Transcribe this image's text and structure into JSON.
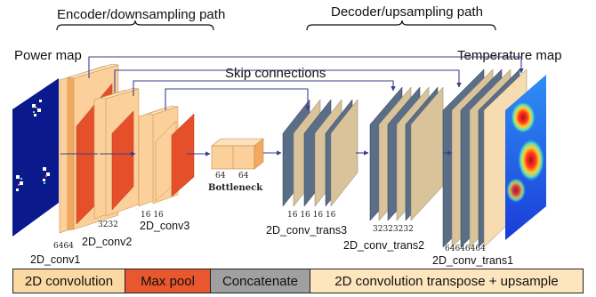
{
  "titles": {
    "encoder": "Encoder/downsampling path",
    "decoder": "Decoder/upsampling path"
  },
  "labels": {
    "input": "Power map",
    "output": "Temperature map",
    "skip": "Skip connections",
    "bottleneck": "Bottleneck"
  },
  "layers": {
    "conv1": {
      "name": "2D_conv1",
      "channels": "6464"
    },
    "conv2": {
      "name": "2D_conv2",
      "channels": "3232"
    },
    "conv3": {
      "name": "2D_conv3",
      "channels": "16 16"
    },
    "bottleneck_channels": {
      "a": "64",
      "b": "64"
    },
    "trans3": {
      "name": "2D_conv_trans3",
      "channels": "16 16 16 16"
    },
    "trans2": {
      "name": "2D_conv_trans2",
      "channels": "32323232"
    },
    "trans1": {
      "name": "2D_conv_trans1",
      "channels": "64646464"
    }
  },
  "legend": [
    {
      "label": "2D convolution",
      "color": "#fbd9a2"
    },
    {
      "label": "Max pool",
      "color": "#e8572d"
    },
    {
      "label": "Concatenate",
      "color": "#a0a0a0"
    },
    {
      "label": "2D convolution transpose + upsample",
      "color": "#fde5bd"
    }
  ],
  "colors": {
    "conv": "#fbd09a",
    "conv_dark": "#f2a960",
    "pool": "#e5502a",
    "concat": "#5a6e88",
    "trans": "#d9c39a",
    "arrow": "#3b3f8c",
    "input_bg": "#0a1a8c"
  }
}
